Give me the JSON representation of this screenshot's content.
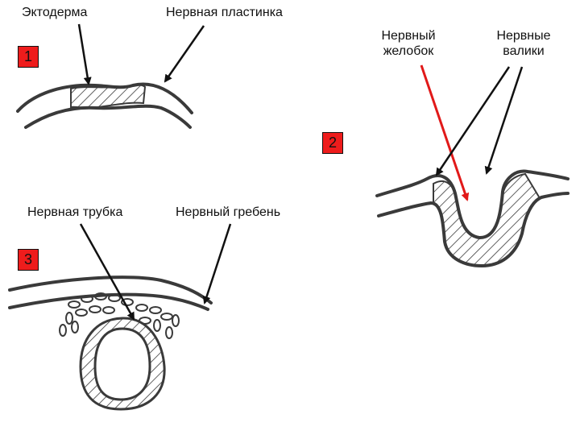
{
  "labels": {
    "ectoderm": "Эктодерма",
    "neural_plate": "Нервная пластинка",
    "neural_groove_line1": "Нервный",
    "neural_groove_line2": "желобок",
    "neural_folds_line1": "Нервные",
    "neural_folds_line2": "валики",
    "neural_tube": "Нервная трубка",
    "neural_crest": "Нервный гребень"
  },
  "stages": {
    "stage_1": "1",
    "stage_2": "2",
    "stage_3": "3"
  },
  "colors": {
    "tissue_stroke": "#3a3a3a",
    "arrow_black": "#111111",
    "arrow_red": "#e11919",
    "badge_fill": "#ee1c1c"
  }
}
